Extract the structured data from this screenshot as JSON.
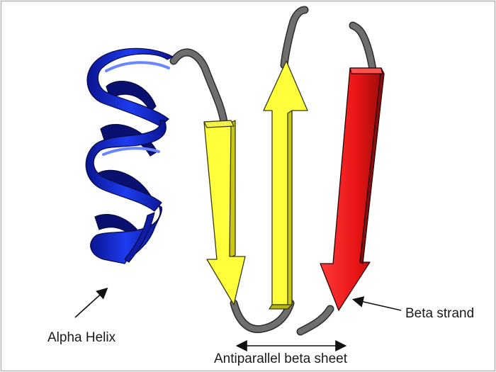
{
  "labels": {
    "alpha_helix": "Alpha Helix",
    "beta_strand": "Beta strand",
    "antiparallel": "Antiparallel beta sheet"
  },
  "colors": {
    "helix": "#1428c8",
    "helix_light": "#3c5aff",
    "helix_dark": "#0a1070",
    "strand_yellow": "#ffff3c",
    "strand_yellow_shadow": "#c8c814",
    "strand_red": "#e81414",
    "strand_red_dark": "#8a0c0c",
    "coil": "#6e6e6e",
    "border": "#b4b4b4"
  }
}
